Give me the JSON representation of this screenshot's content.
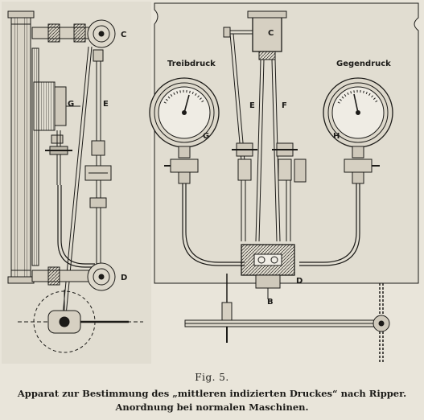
{
  "figure": {
    "number": "Fig. 5.",
    "caption_line1": "Apparat zur Bestimmung des „mittleren indizierten Druckes“ nach Ripper.",
    "caption_line2": "Anordnung bei normalen Maschinen."
  },
  "labels": {
    "left_C": "C",
    "left_E": "E",
    "left_G": "G",
    "left_D": "D",
    "right_C": "C",
    "right_E": "E",
    "right_F": "F",
    "right_G": "G",
    "right_H": "H",
    "right_D": "D",
    "right_B": "B"
  },
  "gauges": {
    "left_title": "Treibdruck",
    "right_title": "Gegendruck"
  },
  "colors": {
    "ink": "#1c1b18",
    "paper": "#e9e5da",
    "shade": "#b9b4a6"
  }
}
